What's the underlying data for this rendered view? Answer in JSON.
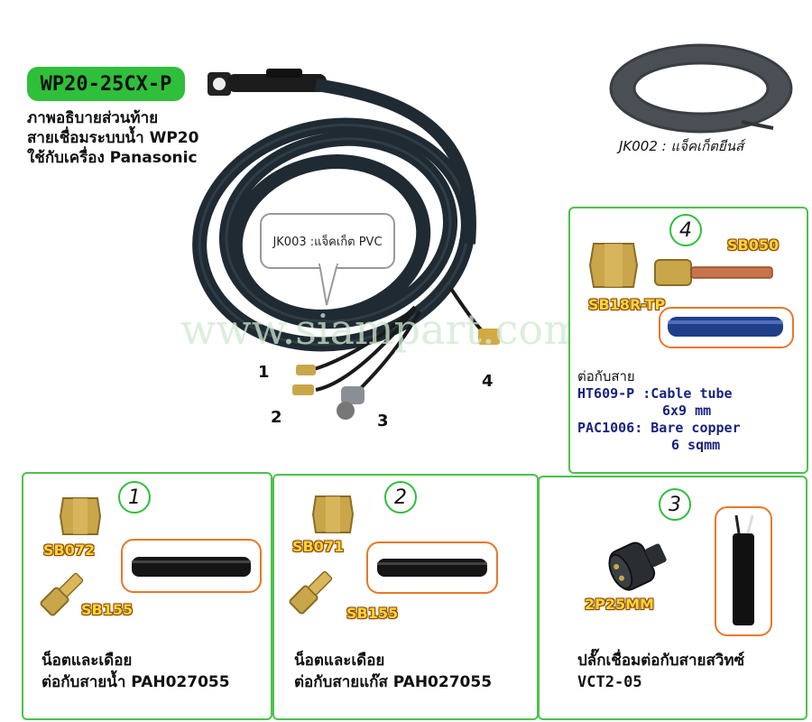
{
  "title": "WP20-25CX-P",
  "description": [
    "ภาพอธิบายส่วนท้าย",
    "สายเชื่อมระบบน้ำ WP20",
    "ใช้กับเครื่อง Panasonic"
  ],
  "watermark": "www.siampart.com",
  "callout_jk003": "JK003 :แจ็คเก็ต PVC",
  "jacket_jk002": "JK002 : แจ็คเก็ตยีนส์",
  "connector_numbers": [
    "1",
    "2",
    "3",
    "4"
  ],
  "panels": {
    "p1": {
      "number": "1",
      "parts": [
        "SB072",
        "SB155"
      ],
      "caption": [
        "น็อตและเดือย",
        "ต่อกับสายน้ำ  PAH027055"
      ]
    },
    "p2": {
      "number": "2",
      "parts": [
        "SB071",
        "SB155"
      ],
      "caption": [
        "น็อตและเดือย",
        "ต่อกับสายแก๊ส  PAH027055"
      ]
    },
    "p3": {
      "number": "3",
      "parts": [
        "2P25MM"
      ],
      "caption": [
        "ปลั๊กเชื่อมต่อกับสายสวิทซ์",
        "VCT2-05"
      ]
    },
    "p4": {
      "number": "4",
      "parts": [
        "SB18R-TP",
        "SB050"
      ],
      "connect_label": "ต่อกับสาย",
      "lines": [
        "HT609-P :Cable tube",
        "6x9 mm",
        "PAC1006: Bare copper",
        "6 sqmm"
      ]
    }
  },
  "colors": {
    "accent_green": "#2fbf3a",
    "hose_outline": "#e8782a",
    "label_yellow": "#ffd43b"
  }
}
